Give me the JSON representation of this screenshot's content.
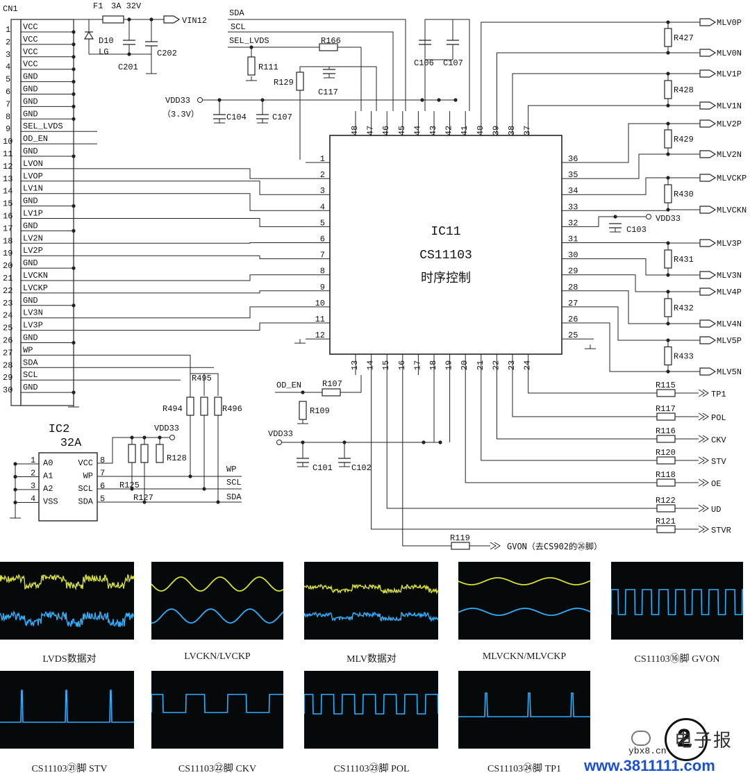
{
  "connector": {
    "ref": "CN1",
    "pins": [
      "VCC",
      "VCC",
      "VCC",
      "VCC",
      "GND",
      "GND",
      "GND",
      "GND",
      "SEL_LVDS",
      "OD_EN",
      "GND",
      "LVON",
      "LVOP",
      "LV1N",
      "GND",
      "LV1P",
      "GND",
      "LV2N",
      "LV2P",
      "GND",
      "LVCKN",
      "LVCKP",
      "GND",
      "LV3N",
      "LV3P",
      "GND",
      "WP",
      "SDA",
      "SCL",
      "GND"
    ]
  },
  "power": {
    "fuse": "F1",
    "fuse_rating": "3A  32V",
    "diode": "D10",
    "diode_type": "LG",
    "net_out": "VIN12",
    "caps": [
      "C201",
      "C202"
    ]
  },
  "ic11": {
    "ref": "IC11",
    "part": "CS11103",
    "desc": "时序控制",
    "supply": "VDD33",
    "supply_note": "（3.3V）",
    "top_pins": [
      "48",
      "47",
      "46",
      "45",
      "44",
      "43",
      "42",
      "41",
      "40",
      "39",
      "38",
      "37"
    ],
    "bottom_pins": [
      "13",
      "14",
      "15",
      "16",
      "17",
      "18",
      "19",
      "20",
      "21",
      "22",
      "23",
      "24"
    ],
    "left_pins": [
      "1",
      "2",
      "3",
      "4",
      "5",
      "6",
      "7",
      "8",
      "9",
      "10",
      "11",
      "12"
    ],
    "right_pins": [
      "36",
      "35",
      "34",
      "33",
      "32",
      "31",
      "30",
      "29",
      "28",
      "27",
      "26",
      "25"
    ]
  },
  "top_nets": {
    "sda": "SDA",
    "scl": "SCL",
    "sel": "SEL_LVDS"
  },
  "components": {
    "r166": "R166",
    "r111": "R111",
    "r129": "R129",
    "c117": "C117",
    "c106": "C106",
    "c107a": "C107",
    "c104": "C104",
    "c107b": "C107",
    "c103": "C103",
    "vdd33_r": "VDD33",
    "r107": "R107",
    "r109": "R109",
    "od_en": "OD_EN",
    "vdd33_b": "VDD33",
    "c101": "C101",
    "c102": "C102",
    "r119": "R119",
    "gvon": "GVON（去CS902的㉖脚）"
  },
  "mlv_outputs": [
    "MLV0P",
    "MLV0N",
    "MLV1P",
    "MLV1N",
    "MLV2P",
    "MLV2N",
    "MLVCKP",
    "MLVCKN",
    "MLV3P",
    "MLV3N",
    "MLV4P",
    "MLV4N",
    "MLV5P",
    "MLV5N"
  ],
  "term_resistors": [
    "R427",
    "R428",
    "R429",
    "R430",
    "R431",
    "R432",
    "R433"
  ],
  "ctrl_outputs": [
    {
      "r": "R115",
      "net": "TP1"
    },
    {
      "r": "R117",
      "net": "POL"
    },
    {
      "r": "R116",
      "net": "CKV"
    },
    {
      "r": "R120",
      "net": "STV"
    },
    {
      "r": "R118",
      "net": "OE"
    },
    {
      "r": "R122",
      "net": "UD"
    },
    {
      "r": "R121",
      "net": "STVR"
    }
  ],
  "eeprom": {
    "ref": "IC2",
    "part": "32A",
    "left_pins": [
      {
        "n": "1",
        "name": "A0"
      },
      {
        "n": "2",
        "name": "A1"
      },
      {
        "n": "3",
        "name": "A2"
      },
      {
        "n": "4",
        "name": "VSS"
      }
    ],
    "right_pins": [
      {
        "n": "8",
        "name": "VCC"
      },
      {
        "n": "7",
        "name": "WP"
      },
      {
        "n": "6",
        "name": "SCL"
      },
      {
        "n": "5",
        "name": "SDA"
      }
    ],
    "supply": "VDD33",
    "res": [
      "R494",
      "R495",
      "R496",
      "R125",
      "R127",
      "R128"
    ],
    "nets": [
      "WP",
      "SCL",
      "SDA"
    ]
  },
  "scopes": [
    {
      "caption": "LVDS数据对",
      "kind": "lvds"
    },
    {
      "caption": "LVCKN/LVCKP",
      "kind": "sine2"
    },
    {
      "caption": "MLV数据对",
      "kind": "mlv"
    },
    {
      "caption": "MLVCKN/MLVCKP",
      "kind": "sine2s"
    },
    {
      "caption": "CS11103⑯脚  GVON",
      "kind": "sq_gvon"
    },
    {
      "caption": "CS11103㉑脚  STV",
      "kind": "stv"
    },
    {
      "caption": "CS11103㉒脚  CKV",
      "kind": "sq_ckv"
    },
    {
      "caption": "CS11103㉓脚  POL",
      "kind": "sq_pol"
    },
    {
      "caption": "CS11103㉔脚  TP1",
      "kind": "tp1"
    }
  ],
  "watermark": {
    "brand": "电子报",
    "badge": "2",
    "site": "ybx8.cn",
    "url": "www.3811111.com"
  },
  "colors": {
    "trace_yellow": "#d8e030",
    "trace_blue": "#2fb0ff",
    "url_blue": "#1a4fd8"
  }
}
